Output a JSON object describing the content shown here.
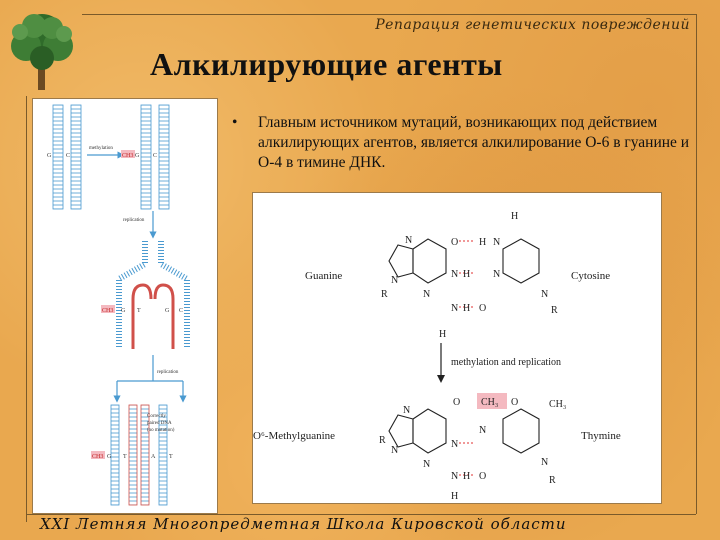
{
  "header": {
    "course": "Репарация генетических повреждений",
    "title": "Алкилирующие агенты"
  },
  "bullet": {
    "text": "Главным источником мутаций, возникающих под действием алкилирующих агентов, является алкилирование О-6 в гуанине и О-4 в тимине ДНК."
  },
  "dna_figure": {
    "top_pair_left": "G",
    "top_pair_right": "C",
    "methylation_label": "methylation",
    "methylated_group": "CH3",
    "methylated_base": "G",
    "methylated_partner": "C",
    "replication_label": "replication",
    "fork_left_group": "CH3",
    "fork_left_base": "G",
    "fork_left_partner": "T",
    "fork_right_base": "G",
    "fork_right_partner": "C",
    "second_replication_label": "replication",
    "note_line1": "Correctly",
    "note_line2": "paired DNA",
    "note_line3": "(no mutation)",
    "bottom_left_group": "CH3",
    "bottom_left_base": "G",
    "bottom_left_partner": "T",
    "bottom_mid_base": "A",
    "bottom_mid_partner": "T"
  },
  "chem_figure": {
    "guanine_label": "Guanine",
    "cytosine_label": "Cytosine",
    "arrow_label": "methylation and replication",
    "methylguanine_label": "O⁶-Methylguanine",
    "thymine_label": "Thymine",
    "methyl_group": "CH₃",
    "thymine_methyl": "CH₃"
  },
  "footer": {
    "text": "XXI Летняя Многопредметная Школа Кировской области"
  },
  "colors": {
    "background": "#e9a84f",
    "dna_blue": "#4a9ad0",
    "dna_red": "#d0504a",
    "highlight_pink": "#f4b9c0",
    "hbond_red": "#e03030"
  }
}
